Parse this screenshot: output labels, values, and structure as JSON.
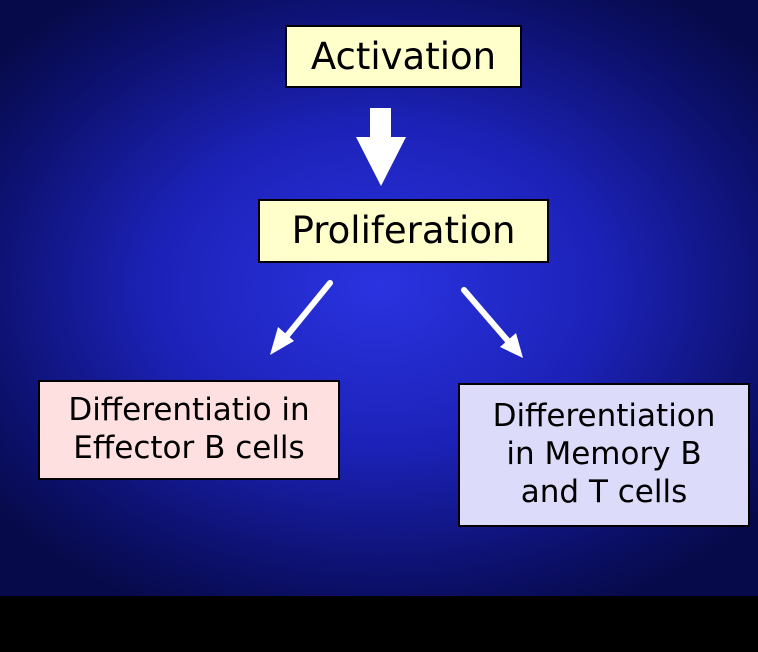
{
  "diagram": {
    "nodes": {
      "activation": {
        "label": "Activation"
      },
      "proliferation": {
        "label": "Proliferation"
      },
      "effector": {
        "lines": [
          "Differentiatio in",
          "Effector B cells"
        ]
      },
      "memory": {
        "lines": [
          "Differentiation",
          "in Memory B",
          "and T cells"
        ]
      }
    },
    "edges": [
      {
        "from": "activation",
        "to": "proliferation"
      },
      {
        "from": "proliferation",
        "to": "effector"
      },
      {
        "from": "proliferation",
        "to": "memory"
      }
    ],
    "colors": {
      "background": "#1c22b8",
      "arrow": "#ffffff",
      "yellow_box": "#ffffcc",
      "pink_box": "#ffe0e0",
      "lavender_box": "#dcdcfa"
    }
  }
}
